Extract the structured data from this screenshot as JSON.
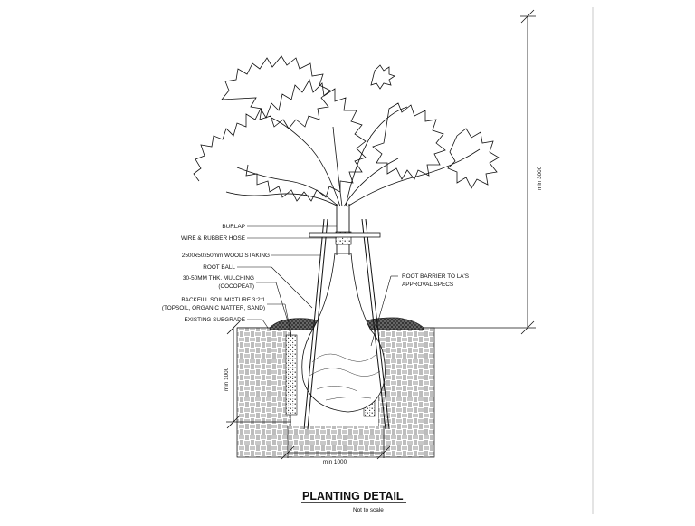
{
  "title": "PLANTING DETAIL",
  "subtitle": "Not to scale",
  "labels": {
    "burlap": "BURLAP",
    "wire": "WIRE & RUBBER HOSE",
    "staking": "2500x50x50mm WOOD STAKING",
    "rootball": "ROOT BALL",
    "mulch1": "30-50MM THK. MULCHING",
    "mulch2": "(COCOPEAT)",
    "backfill1": "BACKFILL SOIL MIXTURE 3:2:1",
    "backfill2": "(TOPSOIL, ORGANIC MATTER, SAND)",
    "subgrade": "EXISTING SUBGRADE",
    "barrier1": "ROOT BARRIER TO LA'S",
    "barrier2": "APPROVAL SPECS"
  },
  "dimensions": {
    "height": "min 3000",
    "depth": "min 1000",
    "width": "min 1000"
  }
}
